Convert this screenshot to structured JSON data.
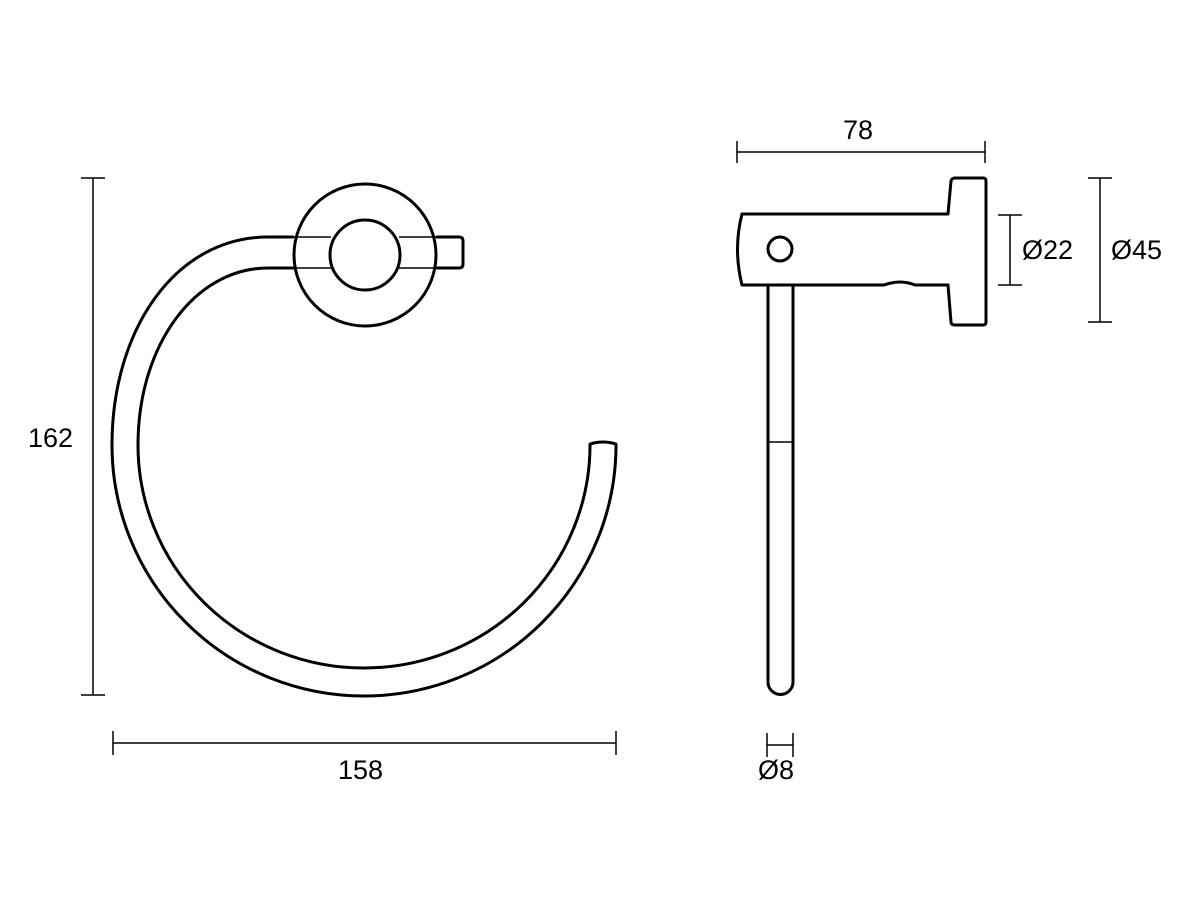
{
  "dimensions": {
    "height": "162",
    "width": "158",
    "depth": "78",
    "rod_diameter": "Ø22",
    "plate_diameter": "Ø45",
    "ring_diameter": "Ø8"
  },
  "colors": {
    "line": "#000000",
    "background": "#ffffff"
  }
}
